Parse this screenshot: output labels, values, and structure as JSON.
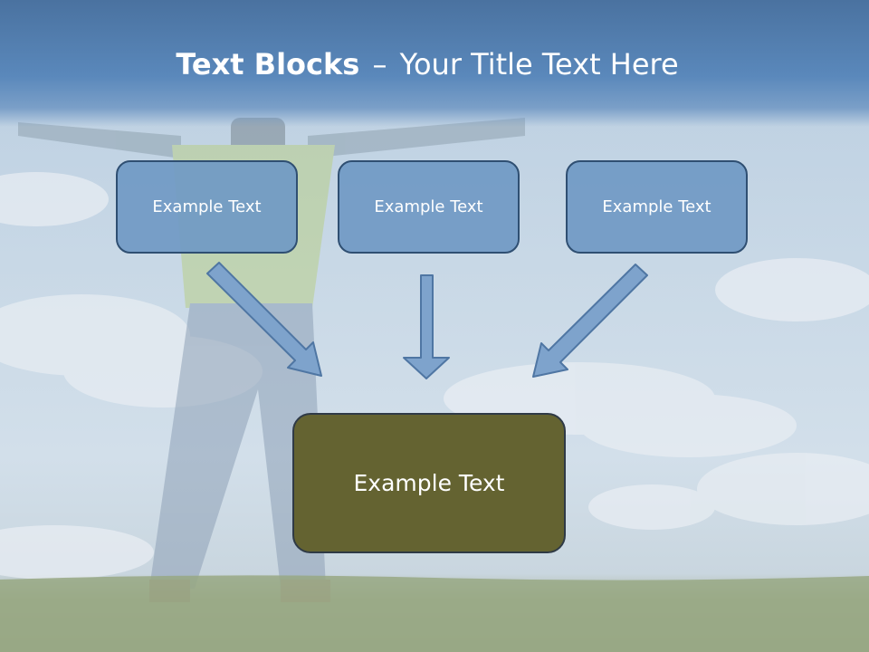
{
  "slide": {
    "title_bold": "Text Blocks",
    "title_dash": "–",
    "title_rest": "Your Title Text Here"
  },
  "boxes": {
    "top": [
      "Example Text",
      "Example Text",
      "Example Text"
    ],
    "main": "Example Text"
  },
  "colors": {
    "header": "#5a88bb",
    "box_fill": "#7099c4",
    "box_border": "#2f4f72",
    "main_fill": "#646331",
    "arrow_fill": "#7ea3cc"
  }
}
